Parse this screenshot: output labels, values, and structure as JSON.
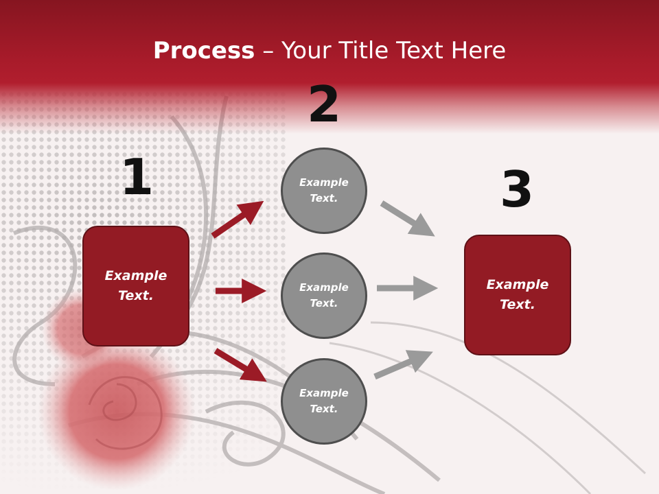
{
  "title": {
    "bold": "Process",
    "rest": " – Your Title Text Here"
  },
  "steps": {
    "one": "1",
    "two": "2",
    "three": "3"
  },
  "boxes": {
    "left": "Example\nText.",
    "right": "Example\nText."
  },
  "circles": {
    "top": "Example\nText.",
    "middle": "Example\nText.",
    "bottom": "Example\nText."
  },
  "colors": {
    "header": "#a81b2a",
    "box": "#931b24",
    "circle": "#8f8f8f",
    "red_arrow": "#9b1b26",
    "gray_arrow": "#9a9a9a"
  }
}
